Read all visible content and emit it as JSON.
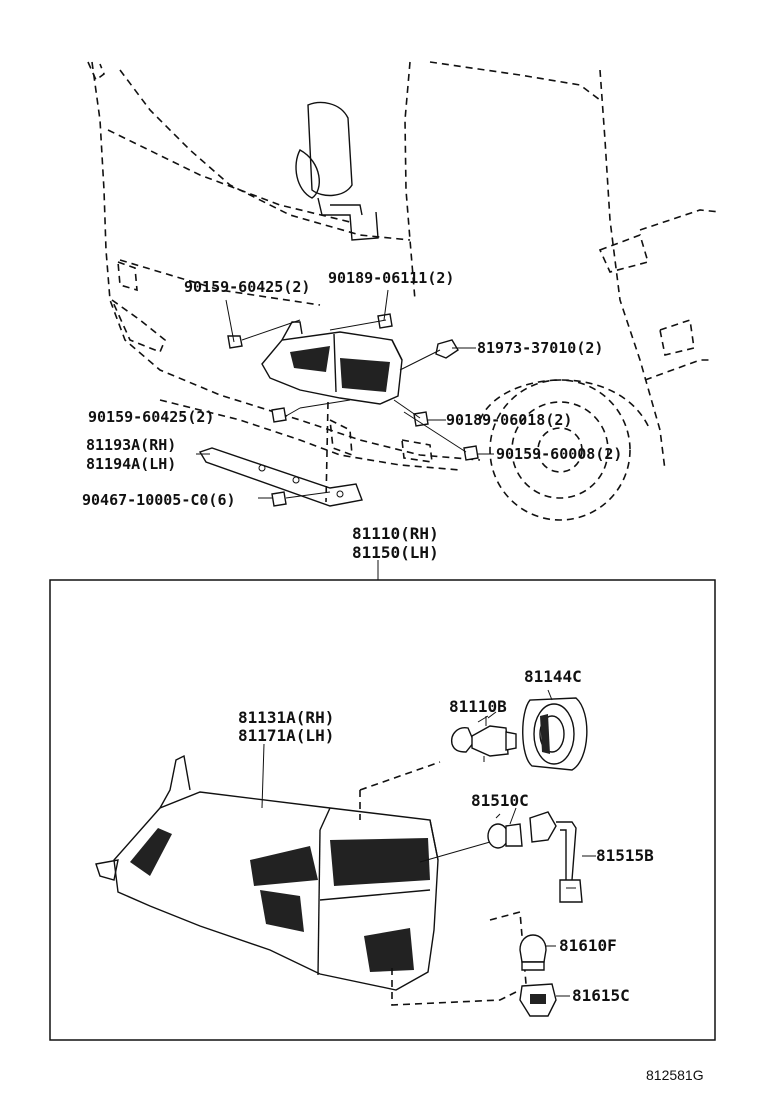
{
  "labels": {
    "p_90159_60425_top": "90159-60425(2)",
    "p_90189_06111": "90189-06111(2)",
    "p_81973_37010": "81973-37010(2)",
    "p_90159_60425_mid": "90159-60425(2)",
    "p_90189_06018": "90189-06018(2)",
    "p_90159_60008": "90159-60008(2)",
    "p_81193A": "81193A(RH)",
    "p_81194A": "81194A(LH)",
    "p_90467_10005": "90467-10005-C0(6)",
    "p_81110": "81110(RH)",
    "p_81150": "81150(LH)",
    "p_81144C": "81144C",
    "p_81110B": "81110B",
    "p_81131A": "81131A(RH)",
    "p_81171A": "81171A(LH)",
    "p_81510C": "81510C",
    "p_81515B": "81515B",
    "p_81610F": "81610F",
    "p_81615C": "81615C",
    "ref_code": "812581G"
  }
}
